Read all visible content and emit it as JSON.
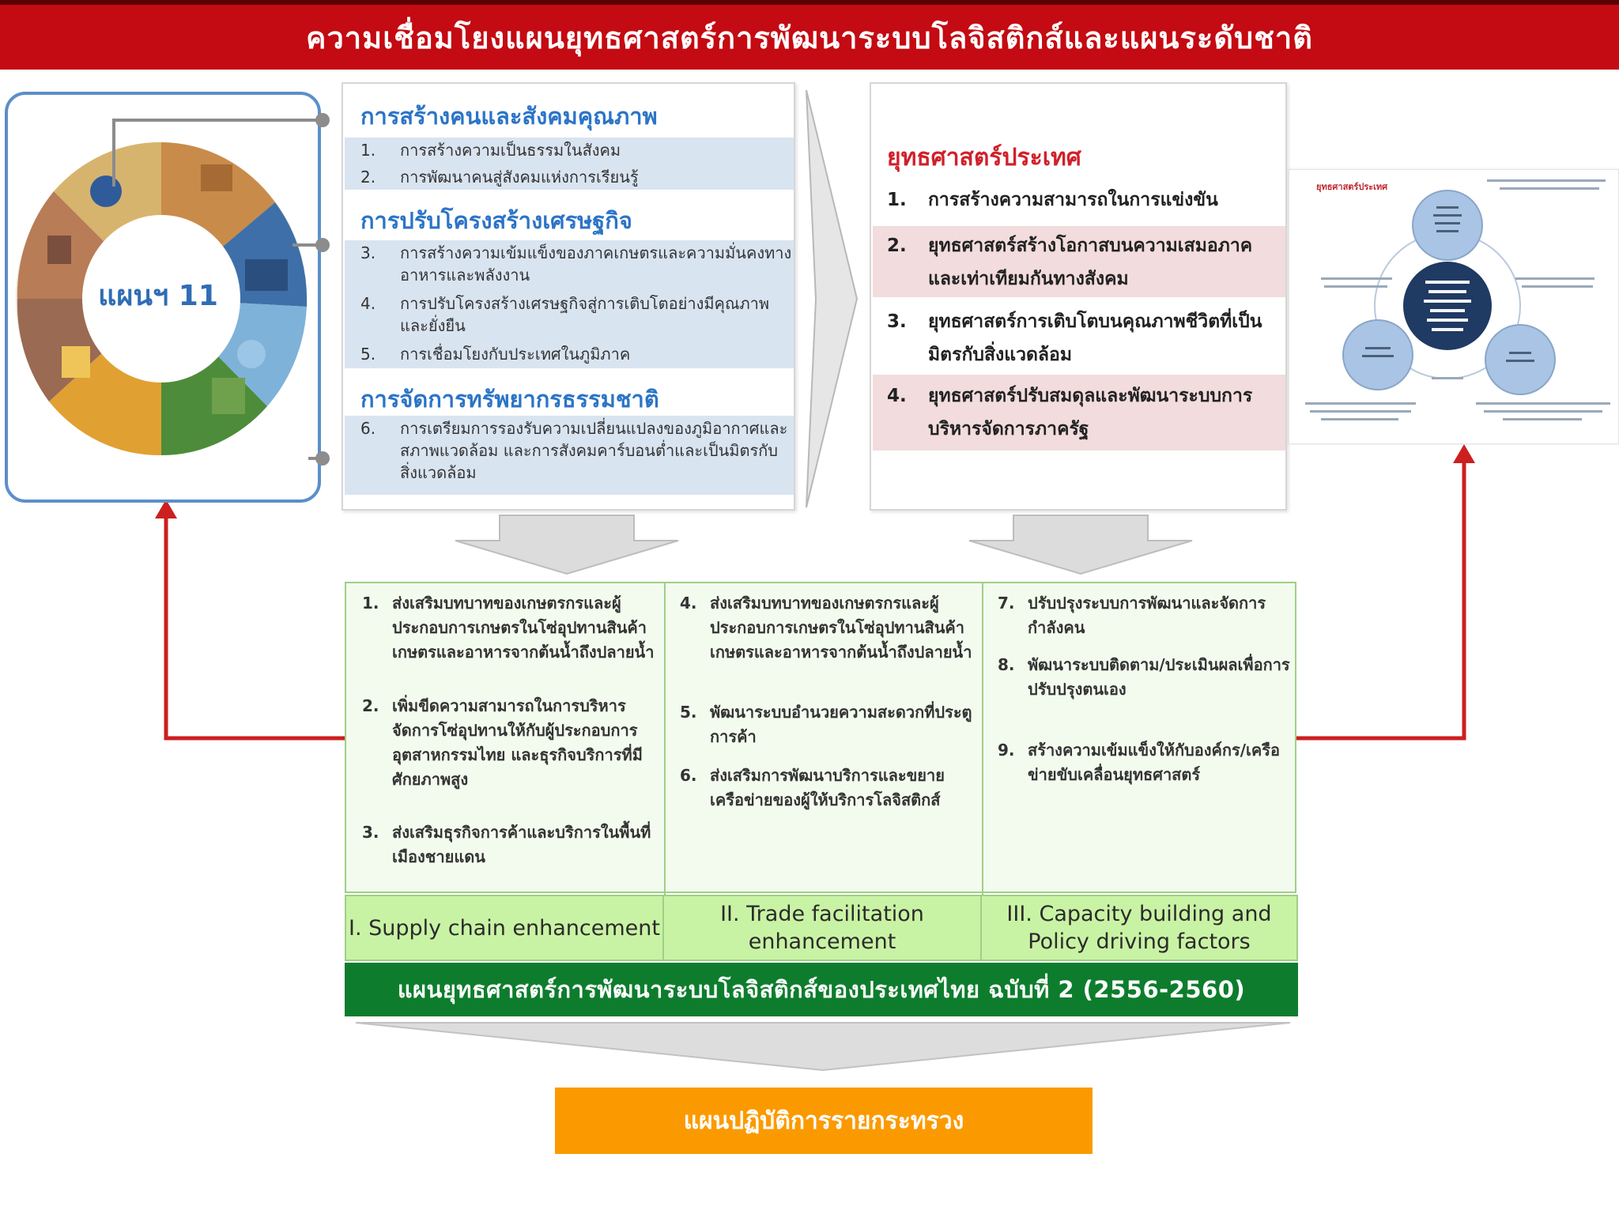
{
  "header": {
    "title": "ความเชื่อมโยงแผนยุทธศาสตร์การพัฒนาระบบโลจิสติกส์และแผนระดับชาติ"
  },
  "plan11": {
    "label": "แผนฯ 11"
  },
  "middle": {
    "sections": [
      {
        "title": "การสร้างคนและสังคมคุณภาพ",
        "items": [
          {
            "num": "1.",
            "text": "การสร้างความเป็นธรรมในสังคม"
          },
          {
            "num": "2.",
            "text": "การพัฒนาคนสู่สังคมแห่งการเรียนรู้"
          }
        ]
      },
      {
        "title": "การปรับโครงสร้างเศรษฐกิจ",
        "items": [
          {
            "num": "3.",
            "text": "การสร้างความเข้มแข็งของภาคเกษตรและความมั่นคงทางอาหารและพลังงาน"
          },
          {
            "num": "4.",
            "text": "การปรับโครงสร้างเศรษฐกิจสู่การเติบโตอย่างมีคุณภาพและยั่งยืน"
          },
          {
            "num": "5.",
            "text": "การเชื่อมโยงกับประเทศในภูมิภาค"
          }
        ]
      },
      {
        "title": "การจัดการทรัพยากรธรรมชาติ",
        "items": [
          {
            "num": "6.",
            "text": "การเตรียมการรองรับความเปลี่ยนแปลงของภูมิอากาศและสภาพแวดล้อม และการสังคมคาร์บอนต่ำและเป็นมิตรกับสิ่งแวดล้อม"
          }
        ]
      }
    ]
  },
  "country_strategy": {
    "title": "ยุทธศาสตร์ประเทศ",
    "items": [
      {
        "num": "1.",
        "text": "การสร้างความสามารถในการแข่งขัน"
      },
      {
        "num": "2.",
        "text": "ยุทธศาสตร์สร้างโอกาสบนความเสมอภาคและเท่าเทียมกันทางสังคม"
      },
      {
        "num": "3.",
        "text": "ยุทธศาสตร์การเติบโตบนคุณภาพชีวิตที่เป็นมิตรกับสิ่งแวดล้อม"
      },
      {
        "num": "4.",
        "text": "ยุทธศาสตร์ปรับสมดุลและพัฒนาระบบการบริหารจัดการภาครัฐ"
      }
    ]
  },
  "thumbnail": {
    "title": "ยุทธศาสตร์ประเทศ"
  },
  "strategy_columns": [
    {
      "footer": "I. Supply chain enhancement",
      "items": [
        {
          "num": "1.",
          "text": "ส่งเสริมบทบาทของเกษตรกรและผู้ประกอบการเกษตรในโซ่อุปทานสินค้าเกษตรและอาหารจากต้นน้ำถึงปลายน้ำ"
        },
        {
          "num": "2.",
          "text": "เพิ่มขีดความสามารถในการบริหารจัดการโซ่อุปทานให้กับผู้ประกอบการอุตสาหกรรมไทย และธุรกิจบริการที่มีศักยภาพสูง"
        },
        {
          "num": "3.",
          "text": "ส่งเสริมธุรกิจการค้าและบริการในพื้นที่เมืองชายแดน"
        }
      ]
    },
    {
      "footer": "II. Trade facilitation enhancement",
      "items": [
        {
          "num": "4.",
          "text": "ส่งเสริมบทบาทของเกษตรกรและผู้ประกอบการเกษตรในโซ่อุปทานสินค้าเกษตรและอาหารจากต้นน้ำถึงปลายน้ำ"
        },
        {
          "num": "5.",
          "text": "พัฒนาระบบอำนวยความสะดวกที่ประตูการค้า"
        },
        {
          "num": "6.",
          "text": "ส่งเสริมการพัฒนาบริการและขยายเครือข่ายของผู้ให้บริการโลจิสติกส์"
        }
      ]
    },
    {
      "footer": "III. Capacity building and Policy driving factors",
      "items": [
        {
          "num": "7.",
          "text": "ปรับปรุงระบบการพัฒนาและจัดการกำลังคน"
        },
        {
          "num": "8.",
          "text": "พัฒนาระบบติดตาม/ประเมินผลเพื่อการปรับปรุงตนเอง"
        },
        {
          "num": "9.",
          "text": "สร้างความเข้มแข็งให้กับองค์กร/เครือข่ายขับเคลื่อนยุทธศาสตร์"
        }
      ]
    }
  ],
  "logistics_plan": {
    "label": "แผนยุทธศาสตร์การพัฒนาระบบโลจิสติกส์ของประเทศไทย ฉบับที่ 2 (2556-2560)"
  },
  "ministry_plan": {
    "label": "แผนปฏิบัติการรายกระทรวง"
  },
  "colors": {
    "header_red": "#c40a12",
    "section_blue": "#2b74c7",
    "strategy_red": "#d0202a",
    "plan_green": "#0d7d2d",
    "footer_green": "#c9f3a4",
    "ministry_orange": "#fb9a00",
    "arrow_red": "#cc1f1f"
  }
}
